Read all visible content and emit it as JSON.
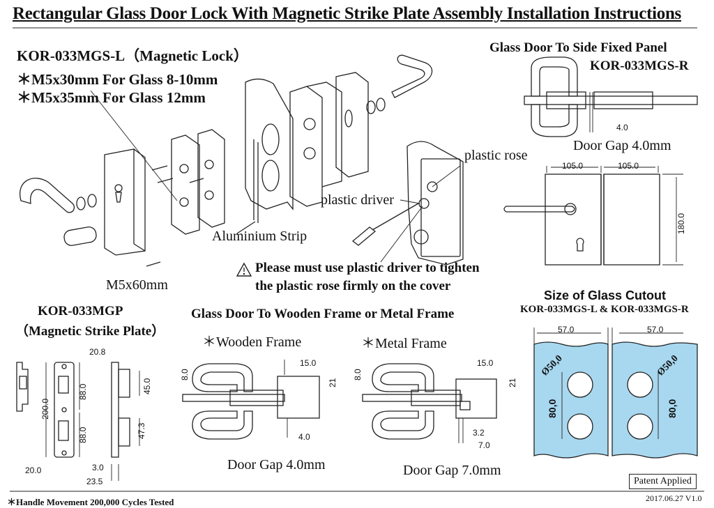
{
  "title": "Rectangular Glass Door Lock With Magnetic Strike Plate Assembly Installation Instructions",
  "lock": {
    "model": "KOR-033MGS-L（Magnetic Lock）",
    "screw_note_1": "＊M5x30mm For Glass 8-10mm",
    "screw_note_2": "＊M5x35mm For Glass 12mm",
    "aluminium_strip": "Aluminium Strip",
    "screw_m5x60": "M5x60mm",
    "plastic_rose": "plastic rose",
    "plastic_driver": "plastic driver",
    "warning_line_1": "Please must use plastic driver to tighten",
    "warning_line_2": "the plastic rose firmly on the cover",
    "warning_icon": "warning-triangle-icon"
  },
  "side_panel": {
    "title": "Glass Door To Side Fixed Panel",
    "model": "KOR-033MGS-R",
    "gap_dim": "4.0",
    "door_gap": "Door Gap 4.0mm",
    "width_left": "105.0",
    "width_right": "105.0",
    "height": "180.0"
  },
  "strike": {
    "model": "KOR-033MGP",
    "subtitle": "（Magnetic Strike Plate）",
    "dims": {
      "height_total": "200.0",
      "upper": "88.0",
      "lower": "88.0",
      "width": "20.0",
      "top_depth": "20.8",
      "mid_upper": "45.0",
      "mid_lower": "47.3",
      "small": "3.0",
      "depth": "23.5"
    }
  },
  "frame": {
    "title": "Glass Door To Wooden Frame or Metal Frame",
    "wooden": {
      "label": "＊Wooden Frame",
      "glass": "8.0",
      "top": "15.0",
      "right": "21",
      "gap": "4.0",
      "door_gap": "Door Gap 4.0mm"
    },
    "metal": {
      "label": "＊Metal Frame",
      "glass": "8.0",
      "top": "15.0",
      "right": "21",
      "gap_a": "3.2",
      "gap_b": "7.0",
      "door_gap": "Door Gap 7.0mm"
    }
  },
  "cutout": {
    "title": "Size of Glass Cutout",
    "models": "KOR-033MGS-L & KOR-033MGS-R",
    "left_offset": "57.0",
    "right_offset": "57.0",
    "dia_left": "Ø50,0",
    "dia_right": "Ø50,0",
    "spacing_left": "80,0",
    "spacing_right": "80,0",
    "glass_color": "#a8d8f0"
  },
  "footer": {
    "cycles": "＊Handle Movement 200,000 Cycles Tested",
    "patent": "Patent Applied",
    "version": "2017.06.27 V1.0"
  }
}
